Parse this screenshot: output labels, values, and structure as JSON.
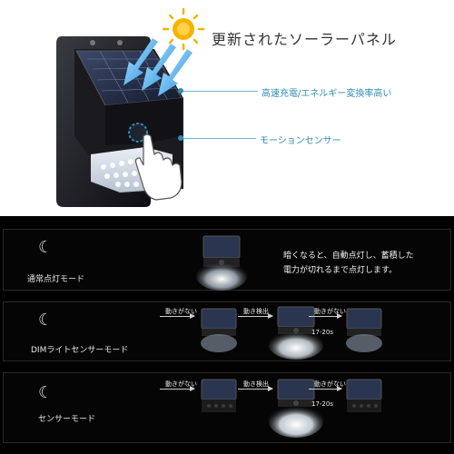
{
  "top": {
    "headline": "更新されたソーラーパネル",
    "callout_efficiency": "高速充電/エネルギー変換率高い",
    "callout_sensor": "モーションセンサー"
  },
  "modes": [
    {
      "label": "通常点灯モード",
      "description_line1": "暗くなると、自動点灯し、蓄積した",
      "description_line2": "電力が切れるまで点灯します。"
    },
    {
      "label": "DIMライトセンサーモード",
      "steps": [
        "動きがない",
        "動き検出",
        "動きがない"
      ],
      "time_label": "17-20s"
    },
    {
      "label": "センサーモード",
      "steps": [
        "動きがない",
        "動き検出",
        "動きがない"
      ],
      "time_label": "17-20s"
    }
  ],
  "colors": {
    "accent": "#2f8cb4",
    "arrow_blue": "#2aa0e6",
    "sun": "#f5b400"
  },
  "icons": [
    "sun-icon",
    "moon-icon",
    "hand-pointer-icon",
    "light-arrow-icon"
  ]
}
